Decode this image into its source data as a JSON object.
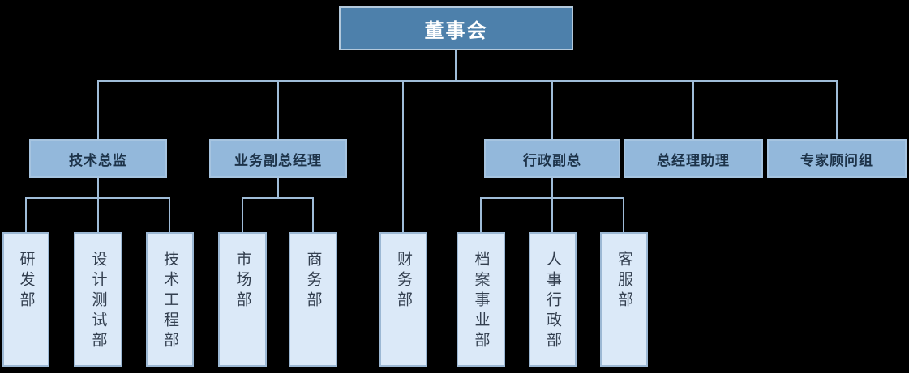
{
  "chart": {
    "type": "org-chart",
    "root": {
      "label": "董事会"
    },
    "level2": [
      {
        "id": "tech-director",
        "label": "技术总监",
        "parent": "董事会"
      },
      {
        "id": "business-deputy-gm",
        "label": "业务副总经理",
        "parent": "董事会"
      },
      {
        "id": "admin-deputy-gm",
        "label": "行政副总",
        "parent": "董事会"
      },
      {
        "id": "gm-assistant",
        "label": "总经理助理",
        "parent": "董事会"
      },
      {
        "id": "expert-advisory-group",
        "label": "专家顾问组",
        "parent": "董事会"
      }
    ],
    "level3": [
      {
        "id": "rd-dept",
        "label": "研发部",
        "parent": "技术总监"
      },
      {
        "id": "design-test-dept",
        "label": "设计测试部",
        "parent": "技术总监"
      },
      {
        "id": "tech-engineering-dept",
        "label": "技术工程部",
        "parent": "技术总监"
      },
      {
        "id": "marketing-dept",
        "label": "市场部",
        "parent": "业务副总经理"
      },
      {
        "id": "commerce-dept",
        "label": "商务部",
        "parent": "业务副总经理"
      },
      {
        "id": "finance-dept",
        "label": "财务部",
        "parent": "董事会"
      },
      {
        "id": "archives-dept",
        "label": "档案事业部",
        "parent": "行政副总"
      },
      {
        "id": "hr-admin-dept",
        "label": "人事行政部",
        "parent": "行政副总"
      },
      {
        "id": "customer-service-dept",
        "label": "客服部",
        "parent": "行政副总"
      }
    ],
    "colors": {
      "background": "#000000",
      "root_fill": "#4d80ab",
      "root_border": "#b3c9dc",
      "root_text": "#ffffff",
      "level2_fill": "#93b8db",
      "level2_border": "#a6c4e0",
      "level2_text": "#1d3349",
      "level3_fill": "#dbe9f8",
      "level3_border": "#9cb8d4",
      "level3_text": "#333f4f",
      "connector": "#9fbcd8"
    }
  }
}
